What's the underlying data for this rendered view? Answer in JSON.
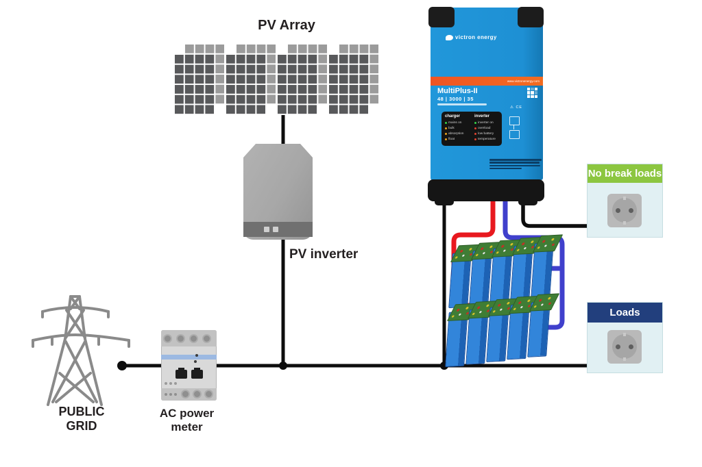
{
  "labels": {
    "pv_array": "PV Array",
    "pv_inverter": "PV inverter",
    "public_grid_line1": "PUBLIC",
    "public_grid_line2": "GRID",
    "ac_meter_line1": "AC power",
    "ac_meter_line2": "meter"
  },
  "multiplus": {
    "brand": "victron energy",
    "model": "MultiPlus-II",
    "rating": "48 | 3000 | 35",
    "website": "www.victronenergy.com",
    "cert_icons": "⚠ CE",
    "panel": {
      "charger_title": "charger",
      "inverter_title": "inverter",
      "charger_leds": [
        "mains on",
        "bulk",
        "absorption",
        "float"
      ],
      "inverter_leds": [
        "inverter on",
        "overload",
        "low battery",
        "temperature"
      ]
    }
  },
  "boxes": {
    "no_break_loads": {
      "title": "No break loads",
      "header_color": "#8cc640"
    },
    "loads": {
      "title": "Loads",
      "header_color": "#223f7d"
    }
  },
  "colors": {
    "wire_black": "#0d0d0d",
    "wire_red": "#e8191f",
    "wire_blue": "#4040cc",
    "victron_blue": "#1e90d4",
    "accent_orange": "#f26422",
    "battery_blue": "#3285da",
    "pcb_green": "#3f7d35",
    "panel_dark": "#58595b",
    "panel_light": "#9b9b9b",
    "tower_gray": "#8a8a8a"
  }
}
